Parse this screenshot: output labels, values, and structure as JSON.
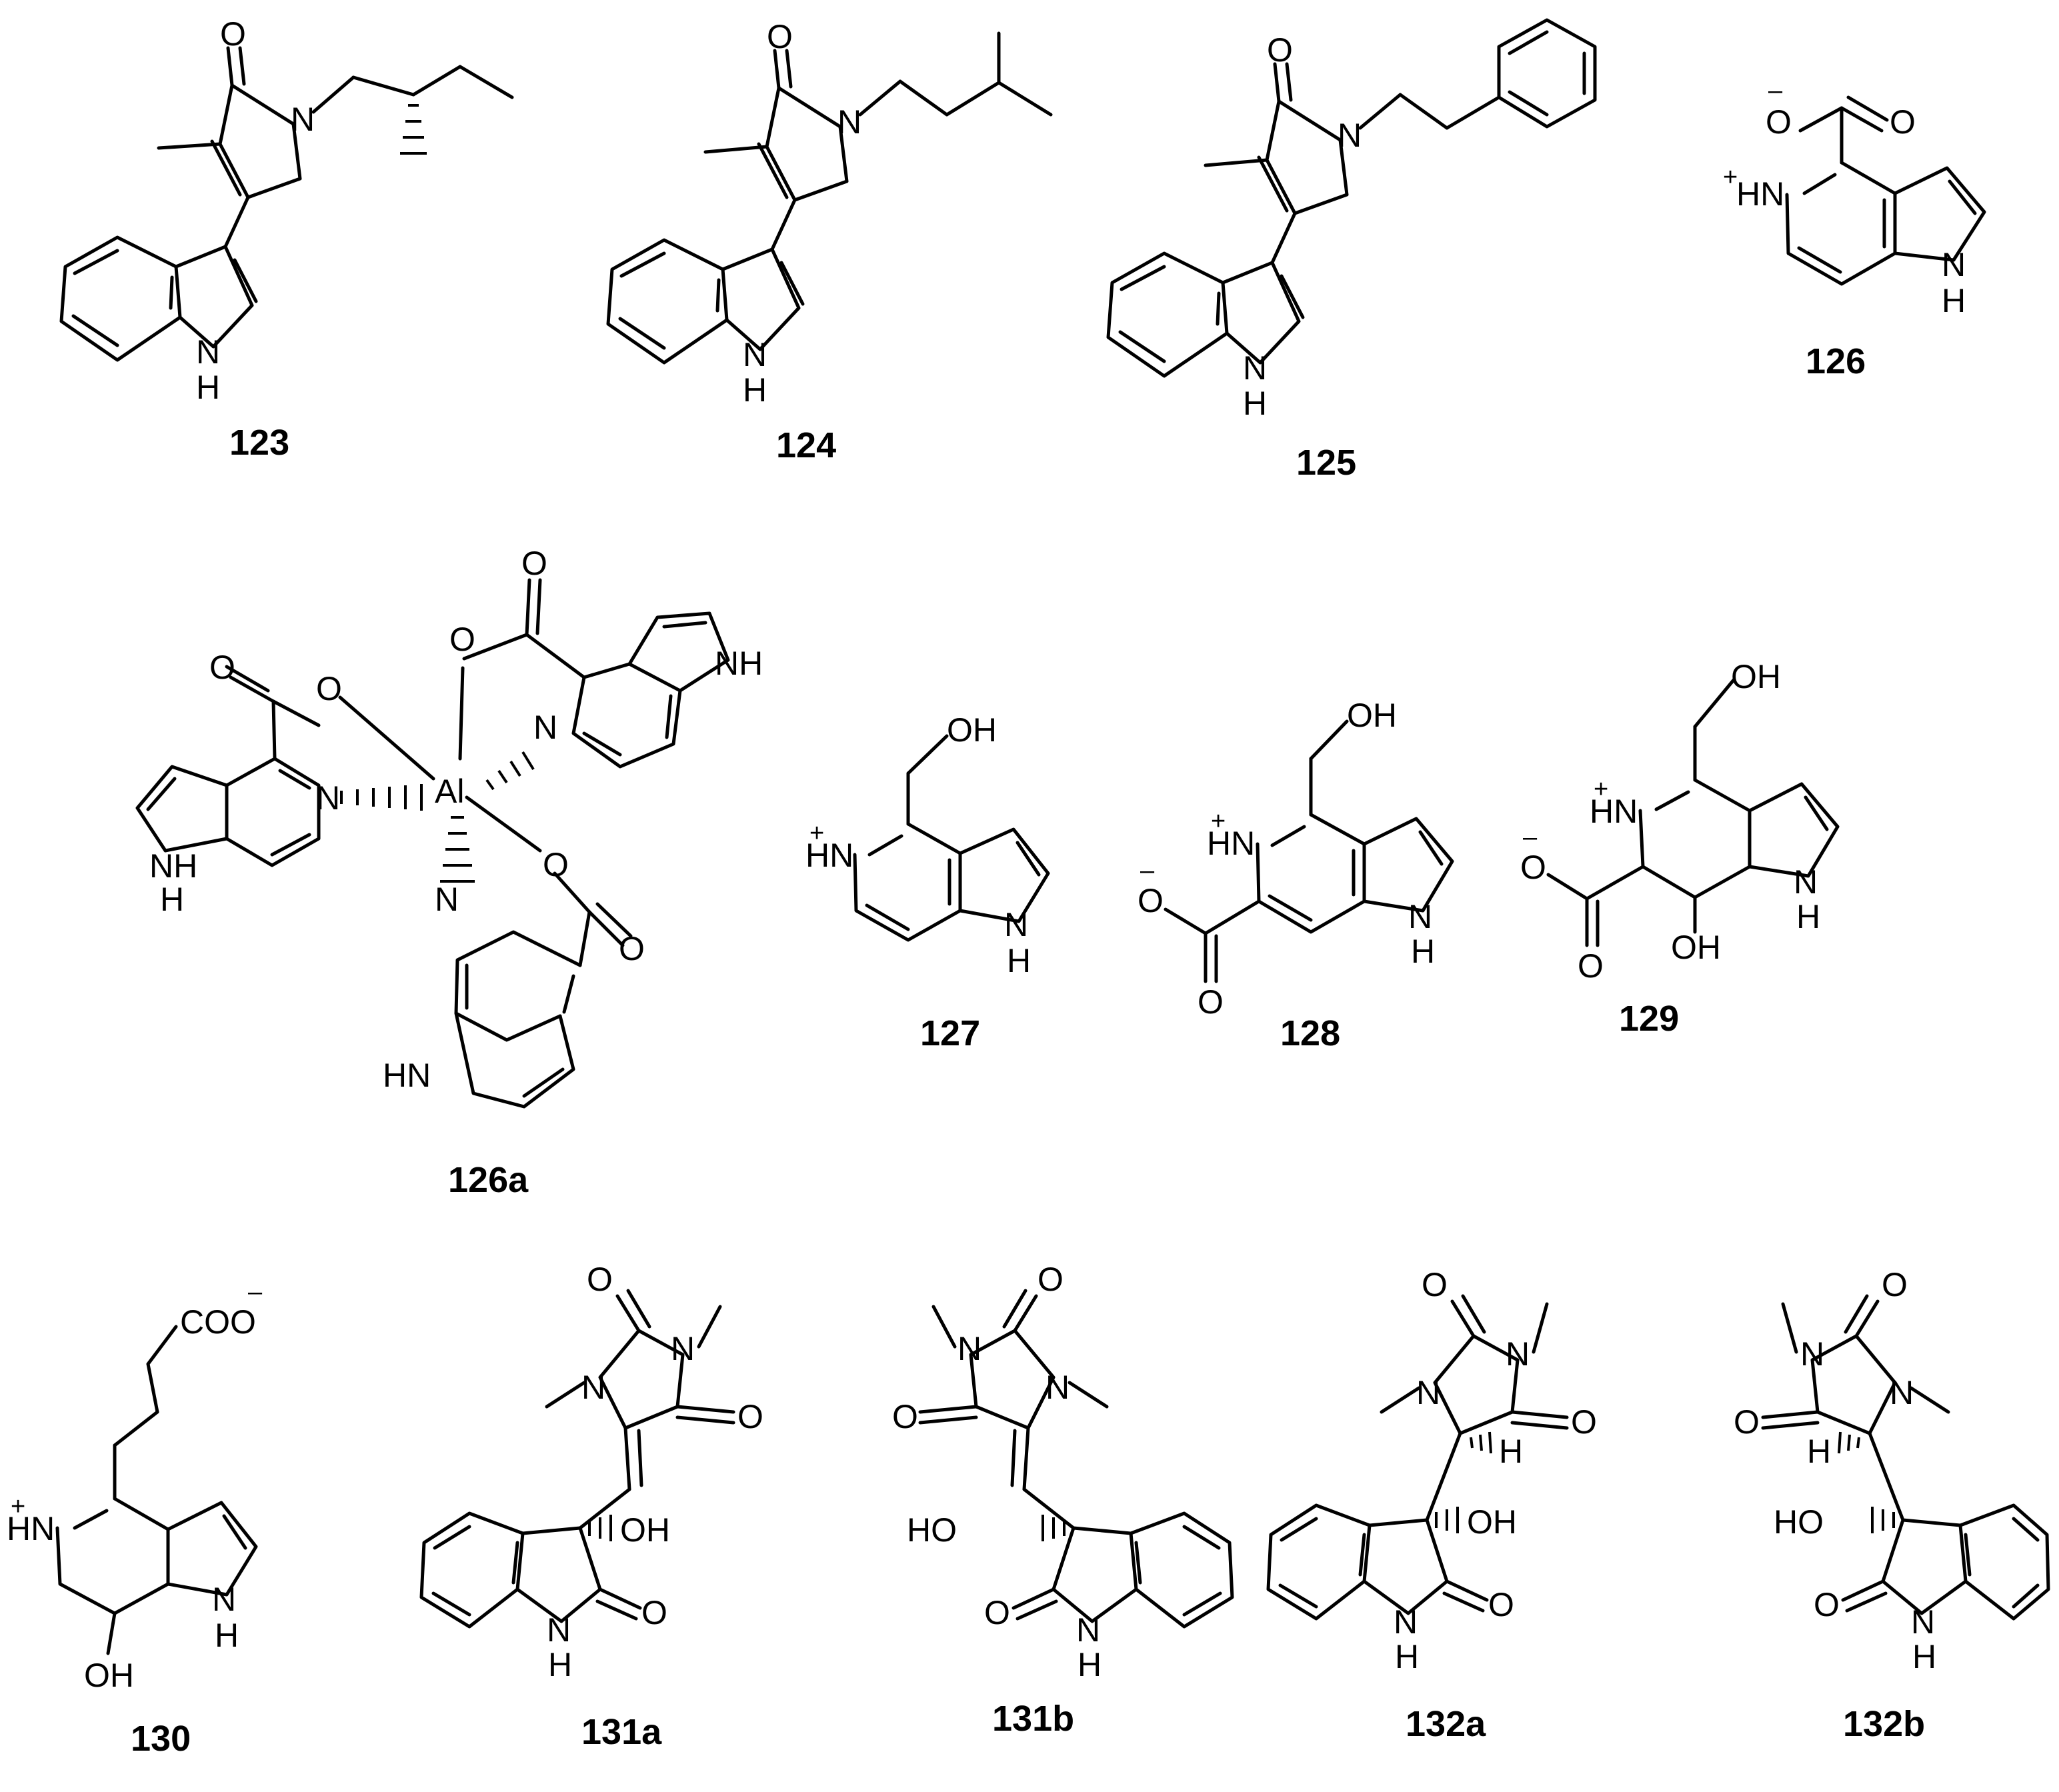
{
  "compounds": {
    "c123": "123",
    "c124": "124",
    "c125": "125",
    "c126": "126",
    "c126a": "126a",
    "c127": "127",
    "c128": "128",
    "c129": "129",
    "c130": "130",
    "c131a": "131a",
    "c131b": "131b",
    "c132a": "132a",
    "c132b": "132b"
  },
  "atoms": {
    "O": "O",
    "N": "N",
    "NH": "NH",
    "HN": "HN",
    "H": "H",
    "OH": "OH",
    "HO": "HO",
    "Al": "Al",
    "COO": "COO",
    "plus": "+",
    "minus": "–"
  }
}
